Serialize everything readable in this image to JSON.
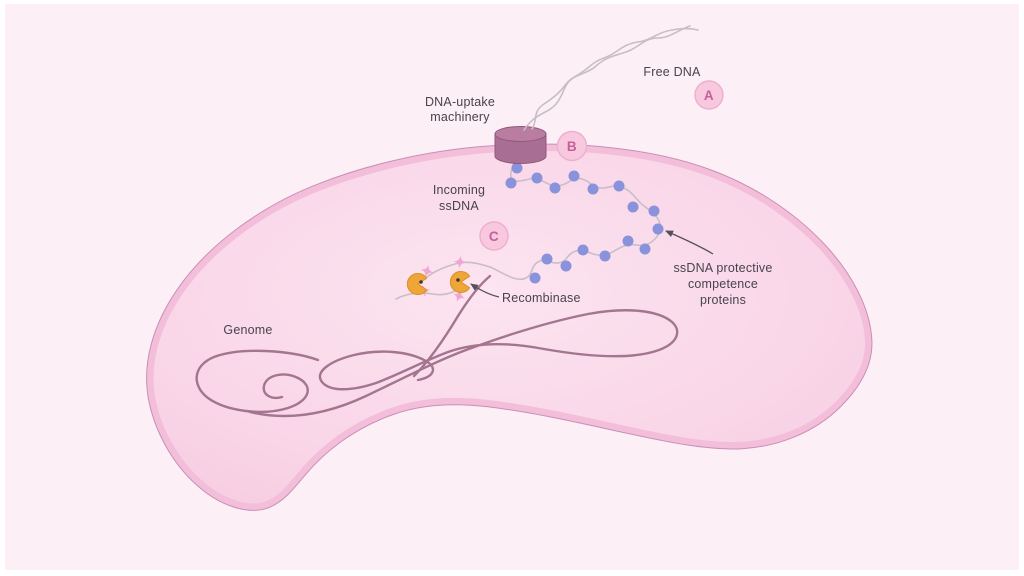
{
  "figure": {
    "labels": {
      "free_dna": "Free DNA",
      "dna_uptake_line1": "DNA-uptake",
      "dna_uptake_line2": "machinery",
      "incoming_line1": "Incoming",
      "incoming_line2": "ssDNA",
      "protective_line1": "ssDNA protective",
      "protective_line2": "competence",
      "protective_line3": "proteins",
      "recombinase": "Recombinase",
      "genome": "Genome"
    },
    "badges": {
      "a": "A",
      "b": "B",
      "c": "C"
    },
    "colors": {
      "background": "#fdeff6",
      "cell_inner": "#fce4f0",
      "cell_mid": "#f9d5e7",
      "cell_outer": "#f6c9df",
      "membrane_band": "#f3bed9",
      "membrane_outline": "#c98fb5",
      "cylinder_body": "#a96e93",
      "cylinder_top": "#b87da0",
      "cylinder_edge": "#94577d",
      "bead": "#8b92dc",
      "strand_light": "#c8bec5",
      "genome_stroke": "#a3758f",
      "recombinase_fill": "#efa636",
      "recombinase_edge": "#d98f26",
      "recombinase_eye": "#3a3740",
      "star": "#f0a6d2",
      "badge_fill": "#f8c8df",
      "badge_border": "#eeaecf",
      "badge_text": "#c4609a",
      "label_text": "#48434e",
      "arrow": "#55505a"
    }
  }
}
